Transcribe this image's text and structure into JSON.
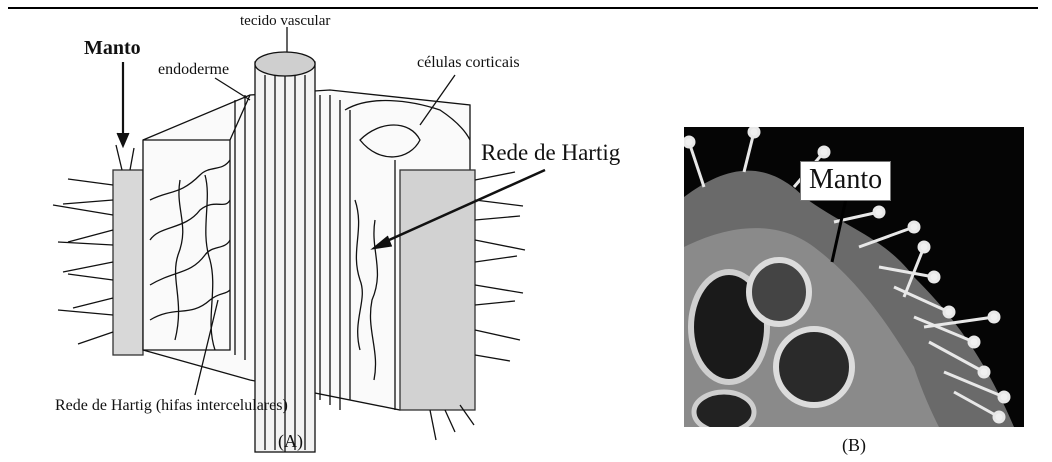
{
  "panel_a": {
    "labels": {
      "vascular": "tecido vascular",
      "endoderm": "endoderme",
      "cortical": "células corticais",
      "mantle": "Manto",
      "hartig_net": "Rede de Hartig",
      "hartig_intercellular": "Rede de Hartig (hifas intercelulares)"
    },
    "caption": "(A)"
  },
  "panel_b": {
    "labels": {
      "mantle": "Manto"
    },
    "caption": "(B)"
  },
  "colors": {
    "line": "#111111",
    "photo_background": "#000000",
    "hyphae": "#e8e8e8"
  }
}
